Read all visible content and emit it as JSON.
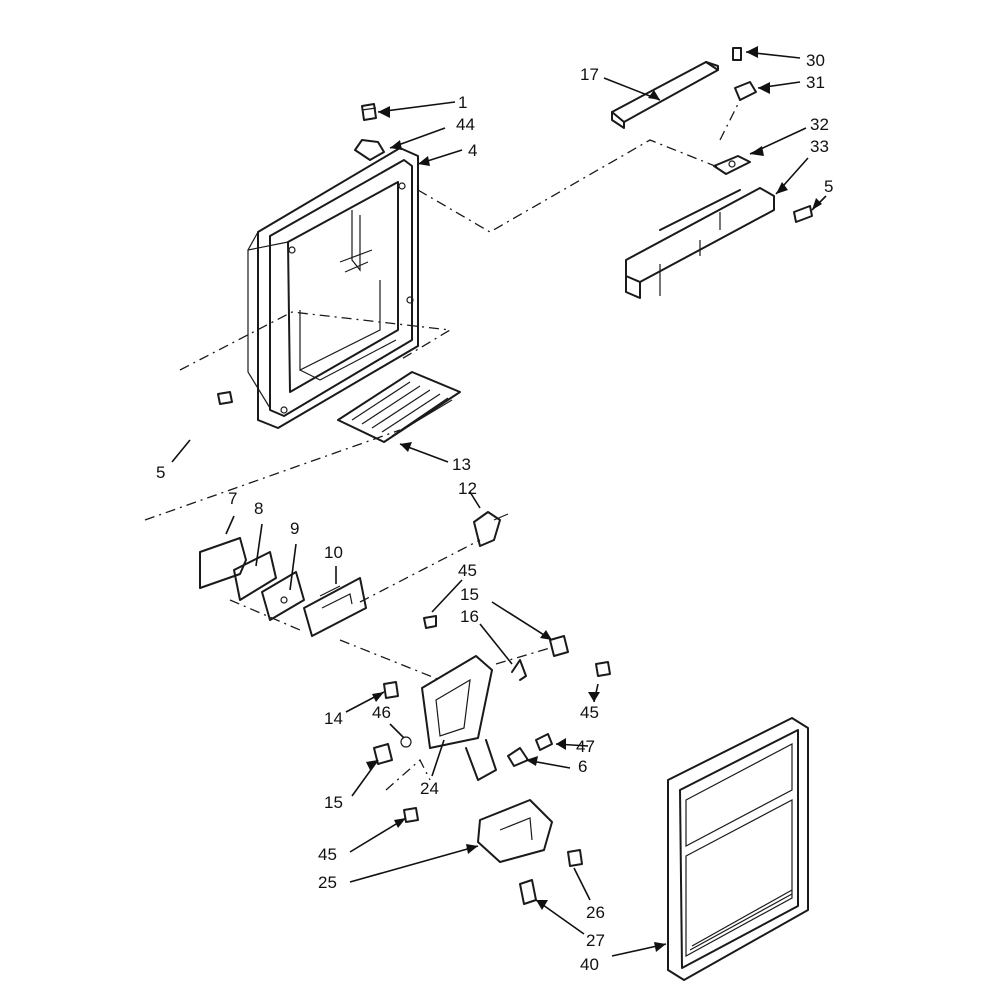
{
  "callouts": [
    {
      "id": "c1",
      "text": "1"
    },
    {
      "id": "c44",
      "text": "44"
    },
    {
      "id": "c4",
      "text": "4"
    },
    {
      "id": "c17",
      "text": "17"
    },
    {
      "id": "c30",
      "text": "30"
    },
    {
      "id": "c31",
      "text": "31"
    },
    {
      "id": "c32",
      "text": "32"
    },
    {
      "id": "c33",
      "text": "33"
    },
    {
      "id": "c5a",
      "text": "5"
    },
    {
      "id": "c5b",
      "text": "5"
    },
    {
      "id": "c13",
      "text": "13"
    },
    {
      "id": "c12",
      "text": "12"
    },
    {
      "id": "c7",
      "text": "7"
    },
    {
      "id": "c8",
      "text": "8"
    },
    {
      "id": "c9",
      "text": "9"
    },
    {
      "id": "c10",
      "text": "10"
    },
    {
      "id": "c45a",
      "text": "45"
    },
    {
      "id": "c15a",
      "text": "15"
    },
    {
      "id": "c16",
      "text": "16"
    },
    {
      "id": "c45b",
      "text": "45"
    },
    {
      "id": "c14",
      "text": "14"
    },
    {
      "id": "c46",
      "text": "46"
    },
    {
      "id": "c47",
      "text": "47"
    },
    {
      "id": "c6",
      "text": "6"
    },
    {
      "id": "c15b",
      "text": "15"
    },
    {
      "id": "c24",
      "text": "24"
    },
    {
      "id": "c45c",
      "text": "45"
    },
    {
      "id": "c25",
      "text": "25"
    },
    {
      "id": "c26",
      "text": "26"
    },
    {
      "id": "c27",
      "text": "27"
    },
    {
      "id": "c40",
      "text": "40"
    }
  ]
}
